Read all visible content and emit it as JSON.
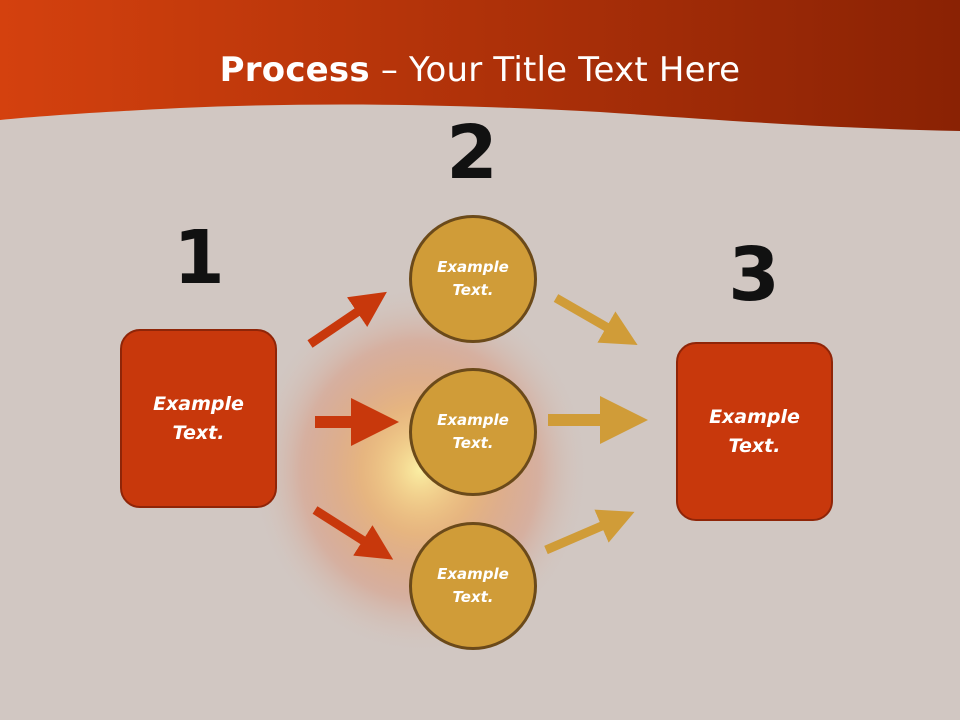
{
  "title": {
    "bold": "Process",
    "separator": " – ",
    "rest": "Your Title Text Here"
  },
  "steps": [
    {
      "number": "1",
      "text": "Example Text."
    },
    {
      "number": "2",
      "items": [
        "Example Text.",
        "Example Text.",
        "Example Text."
      ]
    },
    {
      "number": "3",
      "text": "Example Text."
    }
  ],
  "colors": {
    "header": "#c23a0d",
    "background": "#d1c7c2",
    "box": "#c8380c",
    "circle": "#d09c38",
    "arrow_left": "#c8380c",
    "arrow_right": "#d09c38"
  }
}
